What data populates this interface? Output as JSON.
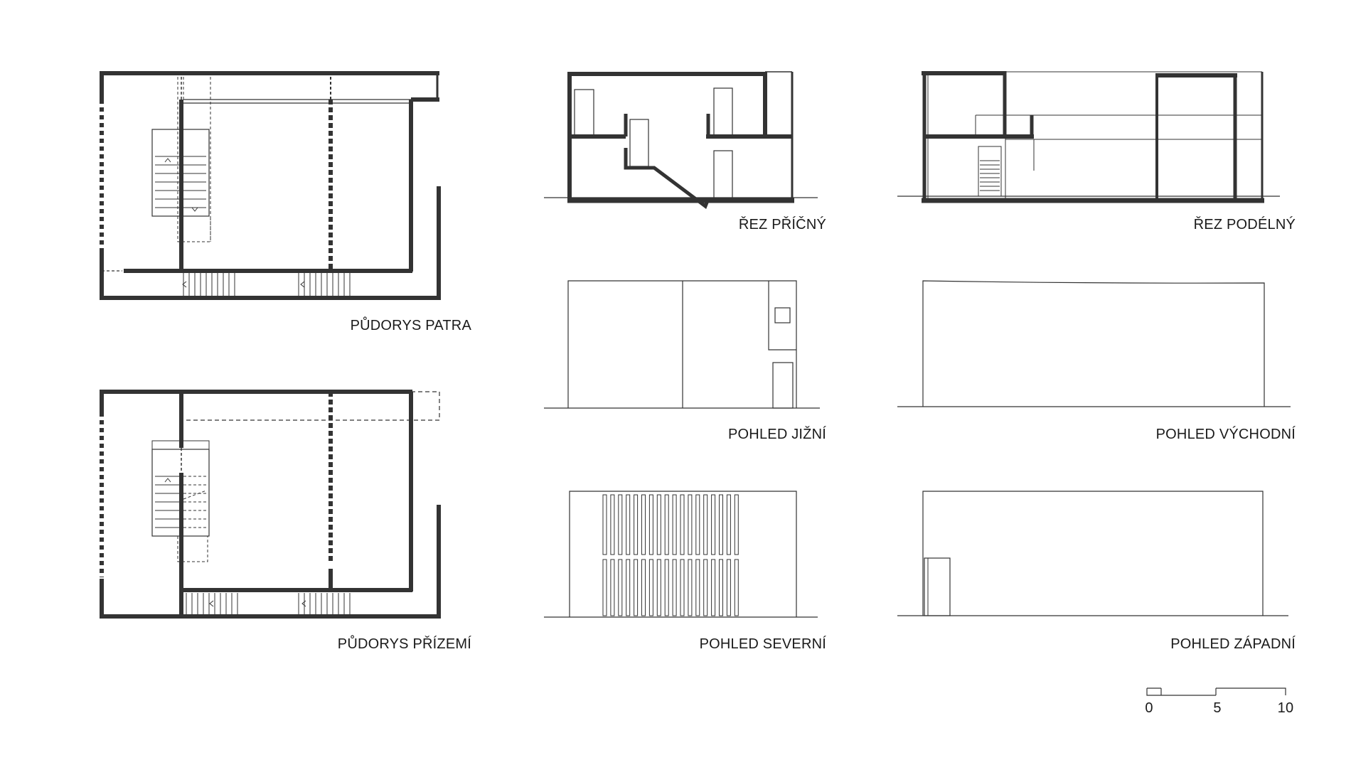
{
  "labels": {
    "floor_upper": "PŮDORYS PATRA",
    "floor_ground": "PŮDORYS PŘÍZEMÍ",
    "section_cross": "ŘEZ PŘÍČNÝ",
    "section_long": "ŘEZ PODÉLNÝ",
    "view_south": "POHLED JIŽNÍ",
    "view_east": "POHLED VÝCHODNÍ",
    "view_north": "POHLED SEVERNÍ",
    "view_west": "POHLED ZÁPADNÍ"
  },
  "scale_bar": {
    "ticks": [
      "0",
      "5",
      "10"
    ]
  },
  "colors": {
    "ink": "#333333",
    "thin": "#444444",
    "paper": "#ffffff"
  }
}
